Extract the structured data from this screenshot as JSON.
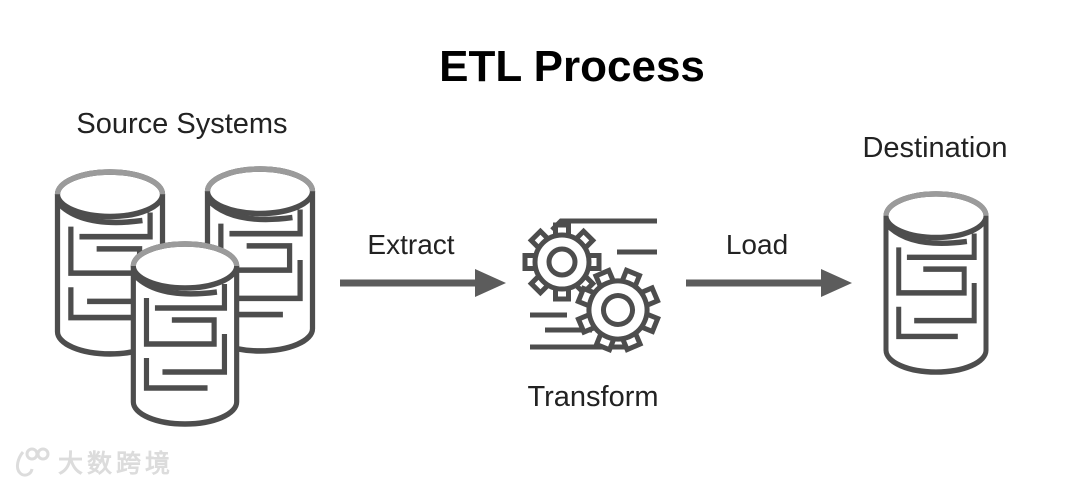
{
  "title": "ETL Process",
  "colors": {
    "background": "#ffffff",
    "stroke": "#4d4d4d",
    "stroke-light": "#9b9b9b",
    "arrow": "#5c5c5c",
    "text": "#222222",
    "title-color": "#000000",
    "watermark": "#dcdcdc"
  },
  "nodes": {
    "source": {
      "label": "Source Systems",
      "icon": "database-cluster-icon",
      "database_count": 3
    },
    "transform": {
      "label": "Transform",
      "icon": "gears-icon"
    },
    "destination": {
      "label": "Destination",
      "icon": "database-icon"
    }
  },
  "edges": [
    {
      "label": "Extract",
      "from": "source",
      "to": "transform"
    },
    {
      "label": "Load",
      "from": "transform",
      "to": "destination"
    }
  ],
  "watermark": {
    "logo": "100-logo",
    "text": "大数跨境"
  }
}
